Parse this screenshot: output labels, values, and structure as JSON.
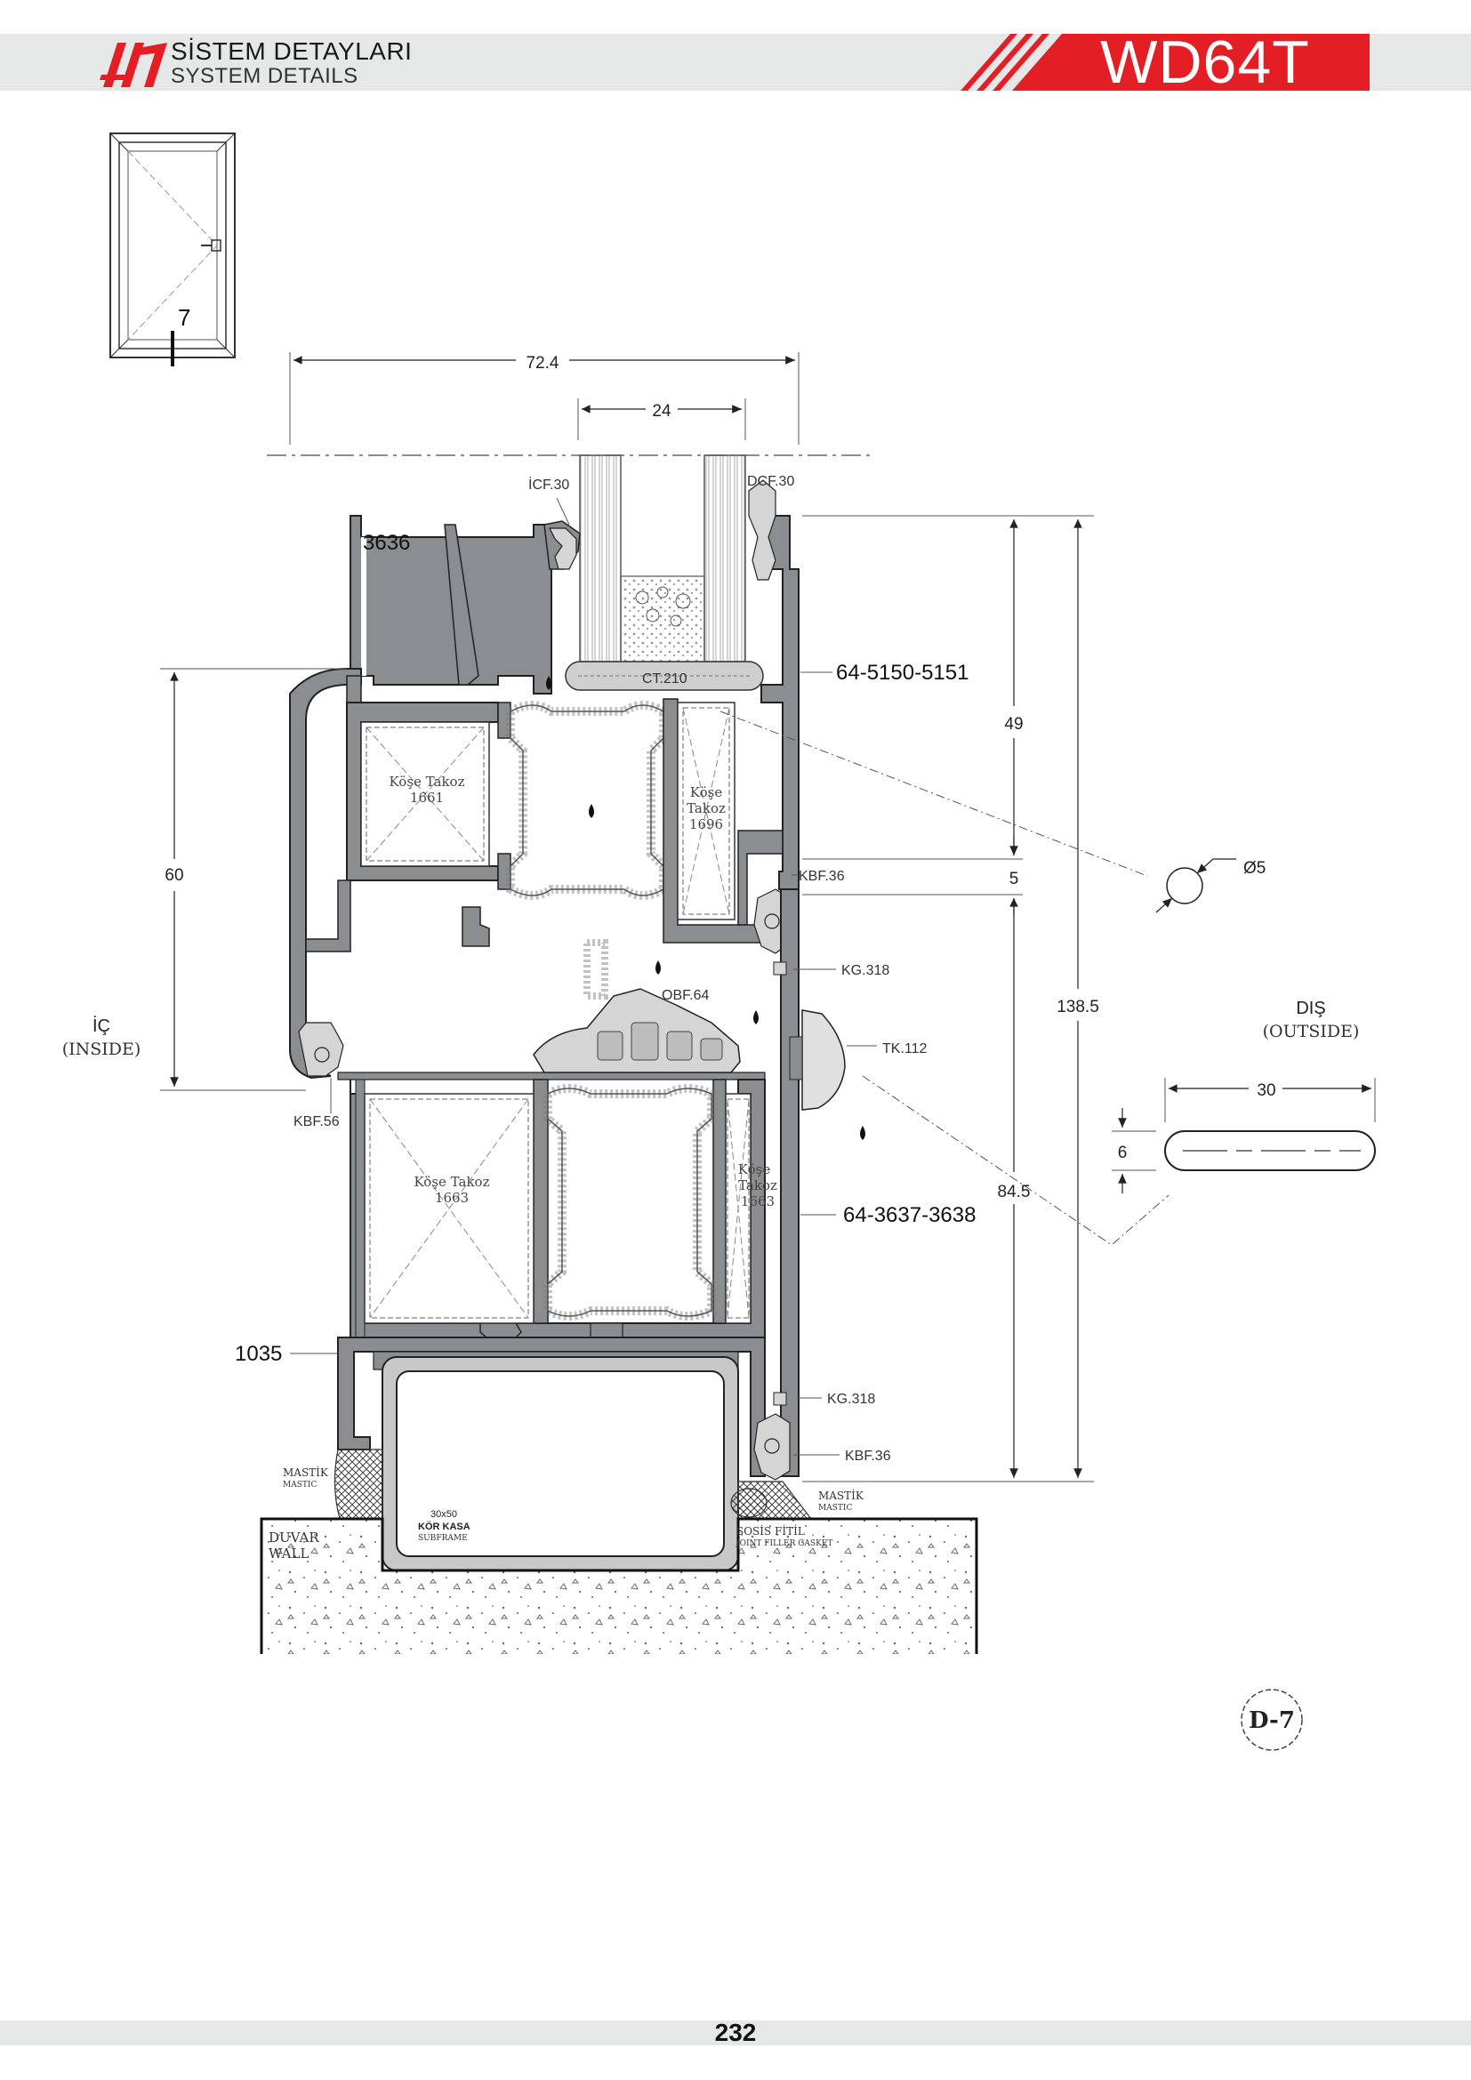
{
  "header": {
    "title_tr": "SİSTEM DETAYLARI",
    "title_en": "SYSTEM DETAILS",
    "model": "WD64T"
  },
  "colors": {
    "accent_red": "#e31e24",
    "profile_gray": "#8a8e90",
    "band_gray": "#e6e7e7"
  },
  "key_plan": {
    "section_mark": "7"
  },
  "dimensions": {
    "overall_width": "72.4",
    "glass_width": "24",
    "left_height": "60",
    "upper_height": "49",
    "gap": "5",
    "lower_height": "84.5",
    "total_height": "138.5",
    "gasket_diameter": "Ø5",
    "strip_width": "30",
    "strip_height": "6"
  },
  "profiles": {
    "sash": "3636",
    "sash_outer": "64-5150-5151",
    "frame": "64-3637-3638",
    "sill": "1035"
  },
  "gaskets": {
    "icf": "İCF.30",
    "dcf": "DCF.30",
    "ct": "CT.210",
    "kbf_top": "KBF.36",
    "kg_top": "KG.318",
    "obf": "OBF.64",
    "tk": "TK.112",
    "kbf56": "KBF.56",
    "kg_bottom": "KG.318",
    "kbf_bottom": "KBF.36"
  },
  "blocks": {
    "b1661_title": "Köşe Takoz",
    "b1661_code": "1661",
    "b1696_title1": "Köşe",
    "b1696_title2": "Takoz",
    "b1696_code": "1696",
    "b1663a_title": "Köşe Takoz",
    "b1663a_code": "1663",
    "b1663b_title1": "Köşe",
    "b1663b_title2": "Takoz",
    "b1663b_code": "1663"
  },
  "labels": {
    "inside_tr": "İÇ",
    "inside_en": "(INSIDE)",
    "outside_tr": "DIŞ",
    "outside_en": "(OUTSIDE)",
    "mastic_left_tr": "MASTİK",
    "mastic_left_en": "MASTIC",
    "mastic_right_tr": "MASTİK",
    "mastic_right_en": "MASTIC",
    "subframe_size": "30x50",
    "subframe_tr": "KÖR KASA",
    "subframe_en": "SUBFRAME",
    "wall_tr": "DUVAR",
    "wall_en": "WALL",
    "filler_tr": "SOSİS FİTİL",
    "filler_en": "JOINT FILLER GASKET"
  },
  "detail_code": "D-7",
  "page_number": "232"
}
